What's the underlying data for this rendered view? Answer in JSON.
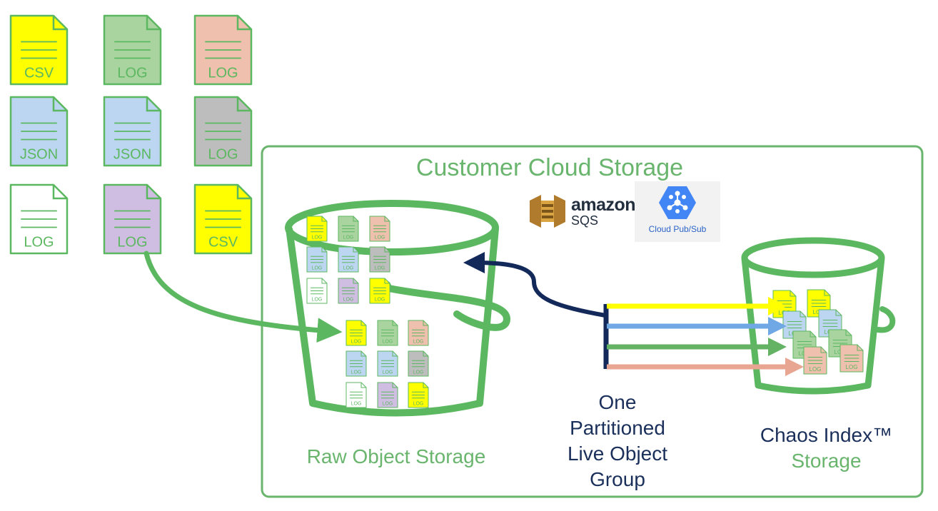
{
  "source_files": [
    {
      "label": "CSV",
      "color": "#ffff00"
    },
    {
      "label": "LOG",
      "color": "#a9d4a0"
    },
    {
      "label": "LOG",
      "color": "#eec0ad"
    },
    {
      "label": "JSON",
      "color": "#bcd6f2"
    },
    {
      "label": "JSON",
      "color": "#bcd6f2"
    },
    {
      "label": "LOG",
      "color": "#bdbdbd"
    },
    {
      "label": "LOG",
      "color": "#ffffff"
    },
    {
      "label": "LOG",
      "color": "#d0bde2"
    },
    {
      "label": "CSV",
      "color": "#ffff00"
    }
  ],
  "mini_file_label": "LOG",
  "cloud_storage": {
    "title": "Customer Cloud Storage"
  },
  "raw_storage": {
    "label": "Raw Object Storage"
  },
  "queues": {
    "sqs": {
      "line1": "amazon",
      "line2": "SQS",
      "icon": "amazon-sqs-icon"
    },
    "pubsub": {
      "caption": "Cloud Pub/Sub",
      "icon": "cloud-pubsub-icon"
    }
  },
  "live_object_group": {
    "lines": [
      "One",
      "Partitioned",
      "Live Object",
      "Group"
    ]
  },
  "chaos_storage": {
    "line1": "Chaos Index™",
    "line2": "Storage"
  },
  "partition_colors": [
    "#ffff00",
    "#6fa8e4",
    "#64b264",
    "#e8a591"
  ],
  "colors": {
    "green": "#5cb860",
    "navy": "#13295a"
  }
}
